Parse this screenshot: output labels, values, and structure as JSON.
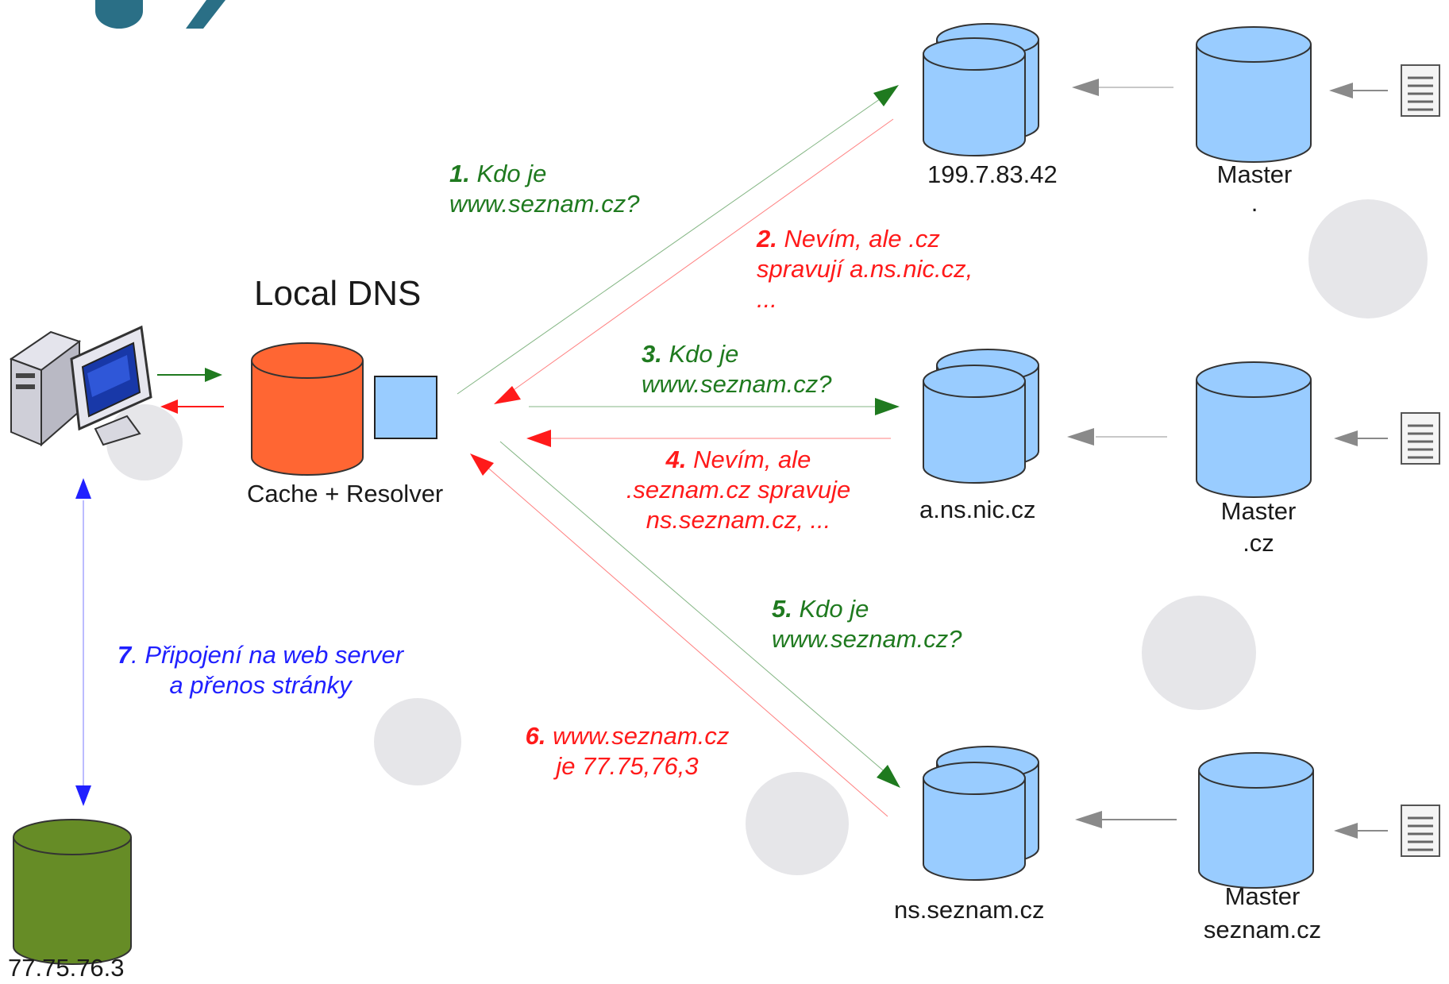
{
  "heading_fragment": "",
  "nodes": {
    "local_dns_title": "Local DNS",
    "cache_resolver": "Cache + Resolver",
    "root_server": "199.7.83.42",
    "root_master": "Master",
    "root_master_zone": ".",
    "cz_server": "a.ns.nic.cz",
    "cz_master": "Master",
    "cz_master_zone": ".cz",
    "seznam_server": "ns.seznam.cz",
    "seznam_master": "Master",
    "seznam_master_zone": "seznam.cz",
    "web_server": "77.75.76.3"
  },
  "messages": [
    {
      "num": "1.",
      "lines": [
        "Kdo je",
        "www.seznam.cz?"
      ],
      "color": "green"
    },
    {
      "num": "2.",
      "lines": [
        "Nevím, ale .cz",
        "spravují a.ns.nic.cz,",
        "..."
      ],
      "color": "red"
    },
    {
      "num": "3.",
      "lines": [
        "Kdo je",
        "www.seznam.cz?"
      ],
      "color": "green"
    },
    {
      "num": "4.",
      "lines": [
        "Nevím, ale",
        ".seznam.cz spravuje",
        "ns.seznam.cz, ..."
      ],
      "color": "red"
    },
    {
      "num": "5.",
      "lines": [
        "Kdo je",
        "www.seznam.cz?"
      ],
      "color": "green"
    },
    {
      "num": "6.",
      "lines": [
        "www.seznam.cz",
        "je 77.75,76,3"
      ],
      "color": "red"
    },
    {
      "num": "7",
      "lines": [
        ". Připojení na web server",
        "a přenos stránky"
      ],
      "color": "blue"
    }
  ],
  "colors": {
    "query": "#1f7a1f",
    "response": "#ff1a1a",
    "connection": "#2020ff",
    "server_fill": "#99ccff",
    "cache_fill": "#ff6633",
    "web_fill": "#668c26",
    "transfer_arrow": "#888888",
    "bg_circle": "#e6e6e9"
  }
}
